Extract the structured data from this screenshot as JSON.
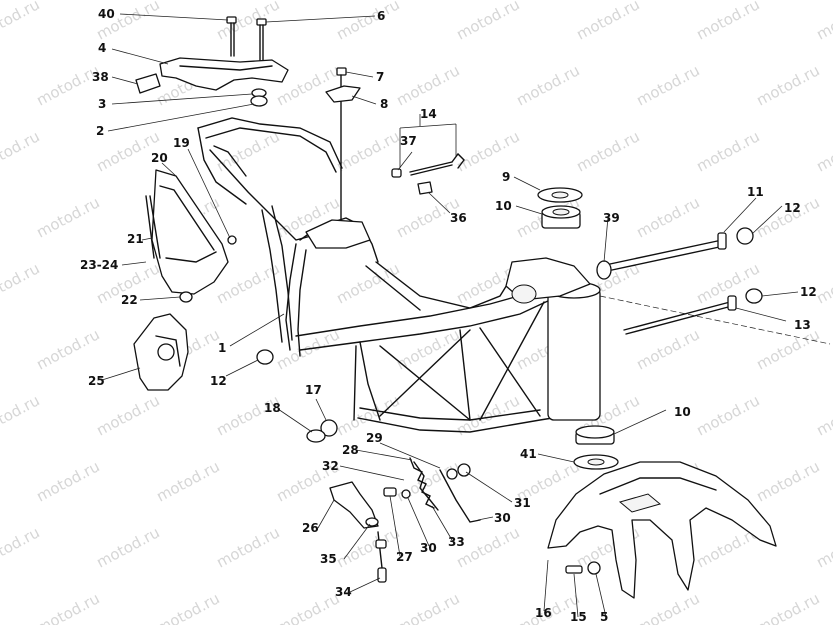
{
  "diagram": {
    "watermark_text": "motod.ru",
    "callouts": [
      {
        "id": "c40",
        "text": "40"
      },
      {
        "id": "c6",
        "text": "6"
      },
      {
        "id": "c4",
        "text": "4"
      },
      {
        "id": "c38",
        "text": "38"
      },
      {
        "id": "c3",
        "text": "3"
      },
      {
        "id": "c2",
        "text": "2"
      },
      {
        "id": "c7",
        "text": "7"
      },
      {
        "id": "c8",
        "text": "8"
      },
      {
        "id": "c14",
        "text": "14"
      },
      {
        "id": "c37",
        "text": "37"
      },
      {
        "id": "c36",
        "text": "36"
      },
      {
        "id": "c19",
        "text": "19"
      },
      {
        "id": "c20",
        "text": "20"
      },
      {
        "id": "c21",
        "text": "21"
      },
      {
        "id": "c23-24",
        "text": "23-24"
      },
      {
        "id": "c22",
        "text": "22"
      },
      {
        "id": "c9",
        "text": "9"
      },
      {
        "id": "c10a",
        "text": "10"
      },
      {
        "id": "c39",
        "text": "39"
      },
      {
        "id": "c11",
        "text": "11"
      },
      {
        "id": "c12a",
        "text": "12"
      },
      {
        "id": "c12b",
        "text": "12"
      },
      {
        "id": "c13",
        "text": "13"
      },
      {
        "id": "c1",
        "text": "1"
      },
      {
        "id": "c12c",
        "text": "12"
      },
      {
        "id": "c25",
        "text": "25"
      },
      {
        "id": "c17",
        "text": "17"
      },
      {
        "id": "c18",
        "text": "18"
      },
      {
        "id": "c10b",
        "text": "10"
      },
      {
        "id": "c41",
        "text": "41"
      },
      {
        "id": "c28",
        "text": "28"
      },
      {
        "id": "c29",
        "text": "29"
      },
      {
        "id": "c32",
        "text": "32"
      },
      {
        "id": "c31",
        "text": "31"
      },
      {
        "id": "c26",
        "text": "26"
      },
      {
        "id": "c30a",
        "text": "30"
      },
      {
        "id": "c33",
        "text": "33"
      },
      {
        "id": "c30b",
        "text": "30"
      },
      {
        "id": "c35",
        "text": "35"
      },
      {
        "id": "c27",
        "text": "27"
      },
      {
        "id": "c34",
        "text": "34"
      },
      {
        "id": "c16",
        "text": "16"
      },
      {
        "id": "c15",
        "text": "15"
      },
      {
        "id": "c5",
        "text": "5"
      }
    ]
  }
}
